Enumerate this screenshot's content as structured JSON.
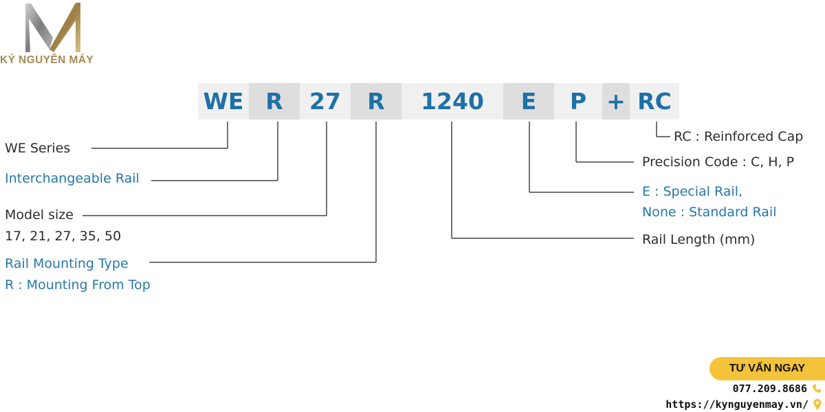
{
  "logo": {
    "mark": "M",
    "text": "KỶ NGUYÊN MÁY"
  },
  "code_segments": [
    {
      "text": "WE"
    },
    {
      "text": "R"
    },
    {
      "text": "27"
    },
    {
      "text": "R"
    },
    {
      "text": "1240"
    },
    {
      "text": "E"
    },
    {
      "text": "P"
    },
    {
      "text": "+"
    },
    {
      "text": "RC"
    }
  ],
  "left_labels": {
    "series": "WE Series",
    "rail_type": "Interchangeable Rail",
    "model_size_title": "Model size",
    "model_size_values": "17, 21, 27, 35, 50",
    "mounting_title": "Rail Mounting Type",
    "mounting_value": "R : Mounting From Top"
  },
  "right_labels": {
    "cap": "RC : Reinforced Cap",
    "precision": "Precision Code : C, H, P",
    "special_rail": "E : Special Rail,",
    "standard_rail": "None : Standard Rail",
    "rail_length": "Rail Length (mm)"
  },
  "contact": {
    "cta_label": "TƯ VẤN NGAY",
    "phone": "077.209.8686",
    "url": "https://kynguyenmay.vn/"
  },
  "colors": {
    "code_text": "#1e71a6",
    "blue_label": "#2677a8",
    "dark_label": "#2c2c2c",
    "cta_background": "#f5c33a",
    "logo_gold": "#a58a54"
  },
  "icons": [
    "phone-icon",
    "location-pin-icon"
  ]
}
